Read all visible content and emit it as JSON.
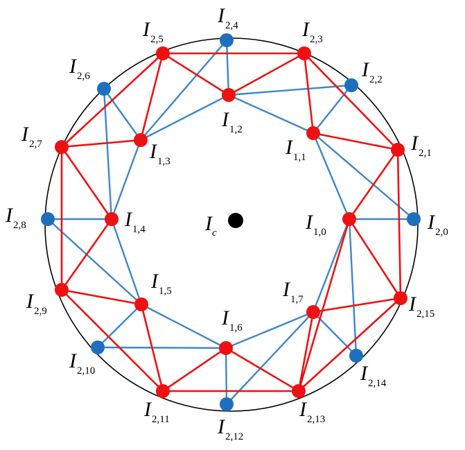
{
  "colors": {
    "red": "#ee1111",
    "blue": "#3d86c8",
    "node_blue": "#1e6fbe",
    "circle": "#000000",
    "center": "#000000"
  },
  "center": {
    "label": "I",
    "sub": "c"
  },
  "nodes": [
    {
      "id": "I10",
      "label": "I",
      "sub": "1,0",
      "color": "red"
    },
    {
      "id": "I11",
      "label": "I",
      "sub": "1,1",
      "color": "red"
    },
    {
      "id": "I12",
      "label": "I",
      "sub": "1,2",
      "color": "red"
    },
    {
      "id": "I13",
      "label": "I",
      "sub": "1,3",
      "color": "red"
    },
    {
      "id": "I14",
      "label": "I",
      "sub": "1,4",
      "color": "red"
    },
    {
      "id": "I15",
      "label": "I",
      "sub": "1,5",
      "color": "red"
    },
    {
      "id": "I16",
      "label": "I",
      "sub": "1,6",
      "color": "red"
    },
    {
      "id": "I17",
      "label": "I",
      "sub": "1,7",
      "color": "red"
    },
    {
      "id": "I20",
      "label": "I",
      "sub": "2,0",
      "color": "blue"
    },
    {
      "id": "I21",
      "label": "I",
      "sub": "2,1",
      "color": "red"
    },
    {
      "id": "I22",
      "label": "I",
      "sub": "2,2",
      "color": "blue"
    },
    {
      "id": "I23",
      "label": "I",
      "sub": "2,3",
      "color": "red"
    },
    {
      "id": "I24",
      "label": "I",
      "sub": "2,4",
      "color": "blue"
    },
    {
      "id": "I25",
      "label": "I",
      "sub": "2,5",
      "color": "red"
    },
    {
      "id": "I26",
      "label": "I",
      "sub": "2,6",
      "color": "blue"
    },
    {
      "id": "I27",
      "label": "I",
      "sub": "2,7",
      "color": "red"
    },
    {
      "id": "I28",
      "label": "I",
      "sub": "2,8",
      "color": "blue"
    },
    {
      "id": "I29",
      "label": "I",
      "sub": "2,9",
      "color": "red"
    },
    {
      "id": "I210",
      "label": "I",
      "sub": "2,10",
      "color": "blue"
    },
    {
      "id": "I211",
      "label": "I",
      "sub": "2,11",
      "color": "red"
    },
    {
      "id": "I212",
      "label": "I",
      "sub": "2,12",
      "color": "blue"
    },
    {
      "id": "I213",
      "label": "I",
      "sub": "2,13",
      "color": "red"
    },
    {
      "id": "I214",
      "label": "I",
      "sub": "2,14",
      "color": "blue"
    },
    {
      "id": "I215",
      "label": "I",
      "sub": "2,15",
      "color": "red"
    }
  ],
  "red_edges": [
    [
      "I25",
      "I23"
    ],
    [
      "I23",
      "I21"
    ],
    [
      "I21",
      "I215"
    ],
    [
      "I215",
      "I213"
    ],
    [
      "I213",
      "I211"
    ],
    [
      "I211",
      "I29"
    ],
    [
      "I29",
      "I27"
    ],
    [
      "I27",
      "I25"
    ],
    [
      "I25",
      "I12"
    ],
    [
      "I12",
      "I23"
    ],
    [
      "I23",
      "I11"
    ],
    [
      "I11",
      "I21"
    ],
    [
      "I21",
      "I10"
    ],
    [
      "I10",
      "I215"
    ],
    [
      "I10",
      "I213"
    ],
    [
      "I215",
      "I17"
    ],
    [
      "I17",
      "I213"
    ],
    [
      "I213",
      "I16"
    ],
    [
      "I16",
      "I211"
    ],
    [
      "I211",
      "I15"
    ],
    [
      "I15",
      "I29"
    ],
    [
      "I29",
      "I14"
    ],
    [
      "I14",
      "I27"
    ],
    [
      "I27",
      "I13"
    ],
    [
      "I13",
      "I25"
    ]
  ],
  "blue_edges": [
    [
      "I24",
      "I12"
    ],
    [
      "I24",
      "I13"
    ],
    [
      "I26",
      "I13"
    ],
    [
      "I26",
      "I14"
    ],
    [
      "I28",
      "I14"
    ],
    [
      "I28",
      "I15"
    ],
    [
      "I210",
      "I15"
    ],
    [
      "I210",
      "I16"
    ],
    [
      "I212",
      "I16"
    ],
    [
      "I212",
      "I17"
    ],
    [
      "I214",
      "I17"
    ],
    [
      "I214",
      "I10"
    ],
    [
      "I20",
      "I10"
    ],
    [
      "I20",
      "I11"
    ],
    [
      "I22",
      "I11"
    ],
    [
      "I22",
      "I12"
    ],
    [
      "I12",
      "I13"
    ],
    [
      "I13",
      "I14"
    ],
    [
      "I14",
      "I15"
    ],
    [
      "I15",
      "I16"
    ],
    [
      "I16",
      "I17"
    ],
    [
      "I17",
      "I10"
    ],
    [
      "I10",
      "I11"
    ],
    [
      "I11",
      "I12"
    ]
  ]
}
